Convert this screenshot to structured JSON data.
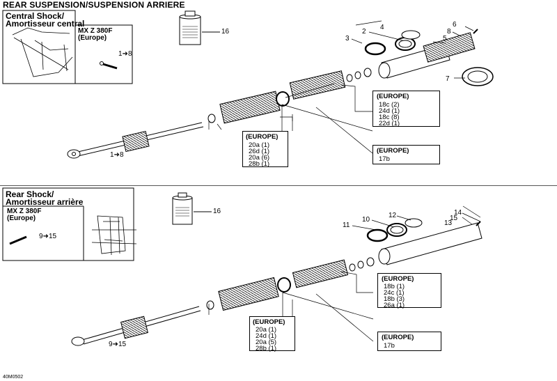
{
  "page_title": "REAR SUSPENSION/SUSPENSION ARRIERE",
  "footer_code": "40M0502",
  "sections": [
    {
      "header": [
        "Central Shock/",
        "Amortisseur central"
      ],
      "model": [
        "MX Z 380F",
        "(Europe)"
      ],
      "model_callout": "1➜8",
      "shock_callout": "1➜8",
      "part_labels": {
        "p2": "2",
        "p3": "3",
        "p4": "4",
        "p5": "5",
        "p6": "6",
        "p7": "7",
        "p8": "8",
        "p16": "16"
      },
      "kits": [
        {
          "title": "(EUROPE)",
          "lines": [
            "18c (2)",
            "24d (1)",
            "18c (8)",
            "22d (1)"
          ]
        },
        {
          "title": "(EUROPE)",
          "lines": [
            "20a (1)",
            "26d (1)",
            "20a (6)",
            "28b (1)"
          ]
        },
        {
          "title": "(EUROPE)",
          "lines": [
            "17b"
          ]
        }
      ]
    },
    {
      "header": [
        "Rear Shock/",
        "Amortisseur arrière"
      ],
      "model": [
        "MX Z 380F",
        "(Europe)"
      ],
      "model_callout": "9➜15",
      "shock_callout": "9➜15",
      "part_labels": {
        "p10": "10",
        "p11": "11",
        "p12": "12",
        "p13": "13",
        "p14": "14",
        "p15": "15",
        "p16": "16"
      },
      "kits": [
        {
          "title": "(EUROPE)",
          "lines": [
            "18b (1)",
            "24c (1)",
            "18b (3)",
            "26a (1)"
          ]
        },
        {
          "title": "(EUROPE)",
          "lines": [
            "20a (1)",
            "24d (1)",
            "20a (5)",
            "28b (1)"
          ]
        },
        {
          "title": "(EUROPE)",
          "lines": [
            "17b"
          ]
        }
      ]
    }
  ]
}
